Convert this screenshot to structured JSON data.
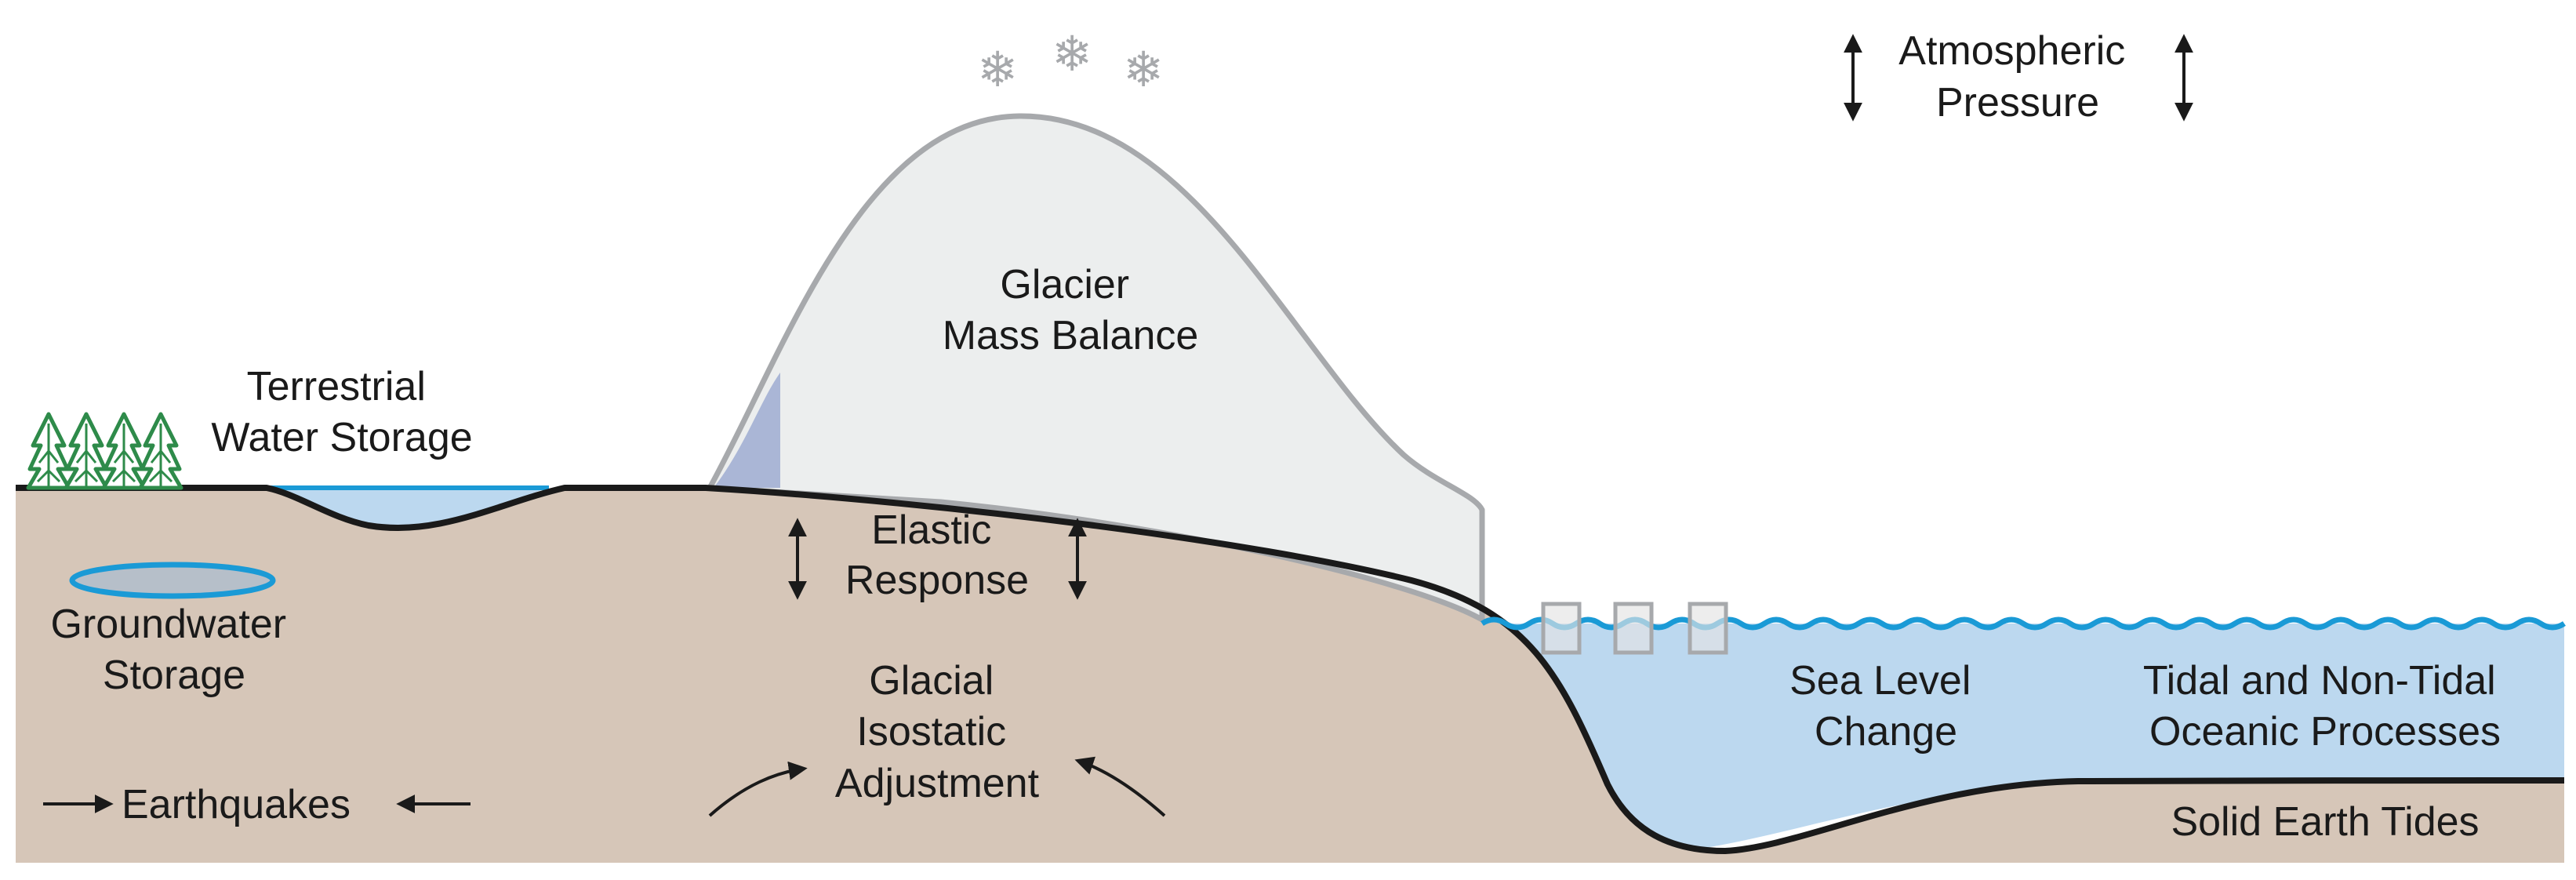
{
  "labels": {
    "terrestrial": [
      "Terrestrial",
      "Water Storage"
    ],
    "groundwater": [
      "Groundwater",
      "Storage"
    ],
    "earthquakes": "Earthquakes",
    "glacier": [
      "Glacier",
      "Mass Balance"
    ],
    "elastic": [
      "Elastic",
      "Response"
    ],
    "gia": [
      "Glacial",
      "Isostatic",
      "Adjustment"
    ],
    "atmospheric": [
      "Atmospheric",
      "Pressure"
    ],
    "sea_level": [
      "Sea Level",
      "Change"
    ],
    "tidal": [
      "Tidal and Non-Tidal",
      "Oceanic Processes"
    ],
    "solid_earth": "Solid Earth Tides"
  },
  "icons": {
    "snowflake": "❄",
    "tree": "conifer-tree-icon"
  },
  "colors": {
    "ground": "#d6c6b8",
    "ice": "#eceeee",
    "ice_outline": "#a7a9ac",
    "water": "#bcd8ef",
    "water_line": "#1a9ad6",
    "tree": "#2e8b4a",
    "ice_shadow": "#aab6d6",
    "text": "#1a1a1a"
  }
}
